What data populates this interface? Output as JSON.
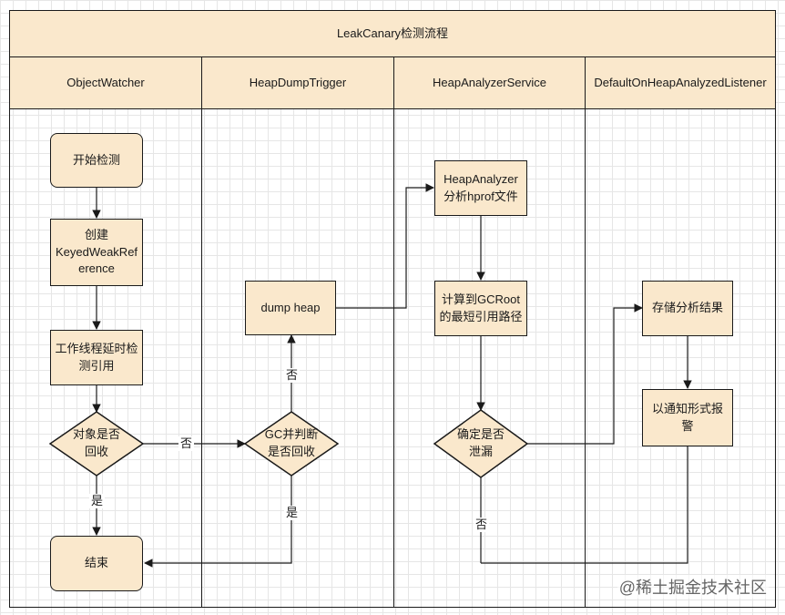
{
  "title": "LeakCanary检测流程",
  "lanes": [
    {
      "header": "ObjectWatcher"
    },
    {
      "header": "HeapDumpTrigger"
    },
    {
      "header": "HeapAnalyzerService"
    },
    {
      "header": "DefaultOnHeapAnalyzedListener"
    }
  ],
  "nodes": {
    "start": "开始检测",
    "create_ref": "创建\nKeyedWeakRef\nerence",
    "delay_check": "工作线程延时检\n测引用",
    "is_recycled": "对象是否\n回收",
    "end": "结束",
    "gc_check": "GC并判断\n是否回收",
    "dump_heap": "dump heap",
    "analyze_hprof": "HeapAnalyzer\n分析hprof文件",
    "compute_path": "计算到GCRoot\n的最短引用路径",
    "is_leak": "确定是否\n泄漏",
    "store_result": "存储分析结果",
    "notify_alarm": "以通知形式报警"
  },
  "edge_labels": {
    "recycled_no": "否",
    "recycled_yes": "是",
    "gc_no": "否",
    "gc_yes": "是",
    "leak_no": "否"
  },
  "watermark": "@稀土掘金技术社区"
}
